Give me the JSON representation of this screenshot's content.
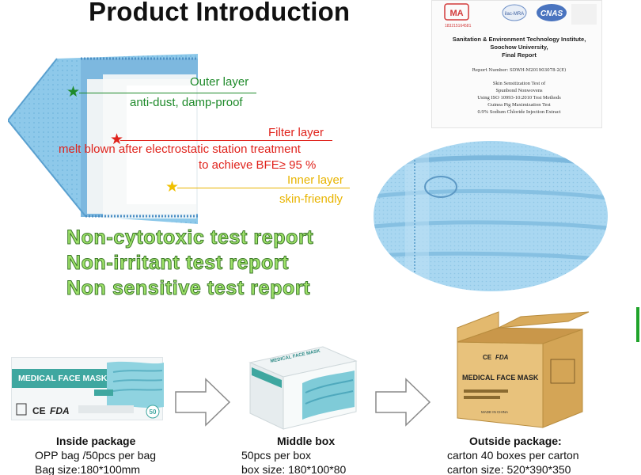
{
  "title": "Product Introduction",
  "layers": {
    "outer": {
      "name": "Outer layer",
      "desc": "anti-dust, damp-proof"
    },
    "filter": {
      "name": "Filter layer",
      "desc1": "melt blown after electrostatic station treatment",
      "desc2": "to achieve BFE≥ 95 %"
    },
    "inner": {
      "name": "Inner layer",
      "desc": "skin-friendly"
    }
  },
  "tests": [
    "Non-cytotoxic test report",
    "Non-irritant test report",
    "Non sensitive test report"
  ],
  "certificate": {
    "logos": [
      "MA",
      "ilac-MRA",
      "CNAS"
    ],
    "number_small": "183215164581",
    "org_line1": "Sanitation & Environment Technology Institute,",
    "org_line2": "Soochow University,",
    "org_line3": "Final Report",
    "report_number": "Report Number: SDWH-M201903078-2(E)",
    "desc": [
      "Skin Sensitization Test of",
      "Spunbond Nonwovens",
      "Using ISO 10993-10:2010 Test Methods",
      "Guinea Pig Maximization Test",
      "0.9% Sodium Chloride Injection Extract"
    ]
  },
  "packages": [
    {
      "title": "Inside package",
      "line1": "OPP bag /50pcs per bag",
      "line2": "Bag size:180*100mm",
      "label": "MEDICAL FACE MASK",
      "count": "50",
      "marks": [
        "CE",
        "FDA"
      ]
    },
    {
      "title": "Middle box",
      "line1": "50pcs per box",
      "line2": "box size: 180*100*80",
      "label": "MEDICAL FACE MASK"
    },
    {
      "title": "Outside package:",
      "line1": "carton 40 boxes per carton",
      "line2": "carton size: 520*390*350",
      "label": "MEDICAL FACE MASK",
      "marks": [
        "CE",
        "FDA"
      ],
      "made_in": "MADE IN CHINA"
    }
  ],
  "colors": {
    "outer": "#1e8a2a",
    "filter": "#e0231c",
    "inner": "#e8b400",
    "mask_blue": "#8ec9ea",
    "test_text": "#9fe36a"
  },
  "icons": [
    "green-star-icon",
    "red-star-icon",
    "yellow-star-icon",
    "right-arrow-icon"
  ]
}
